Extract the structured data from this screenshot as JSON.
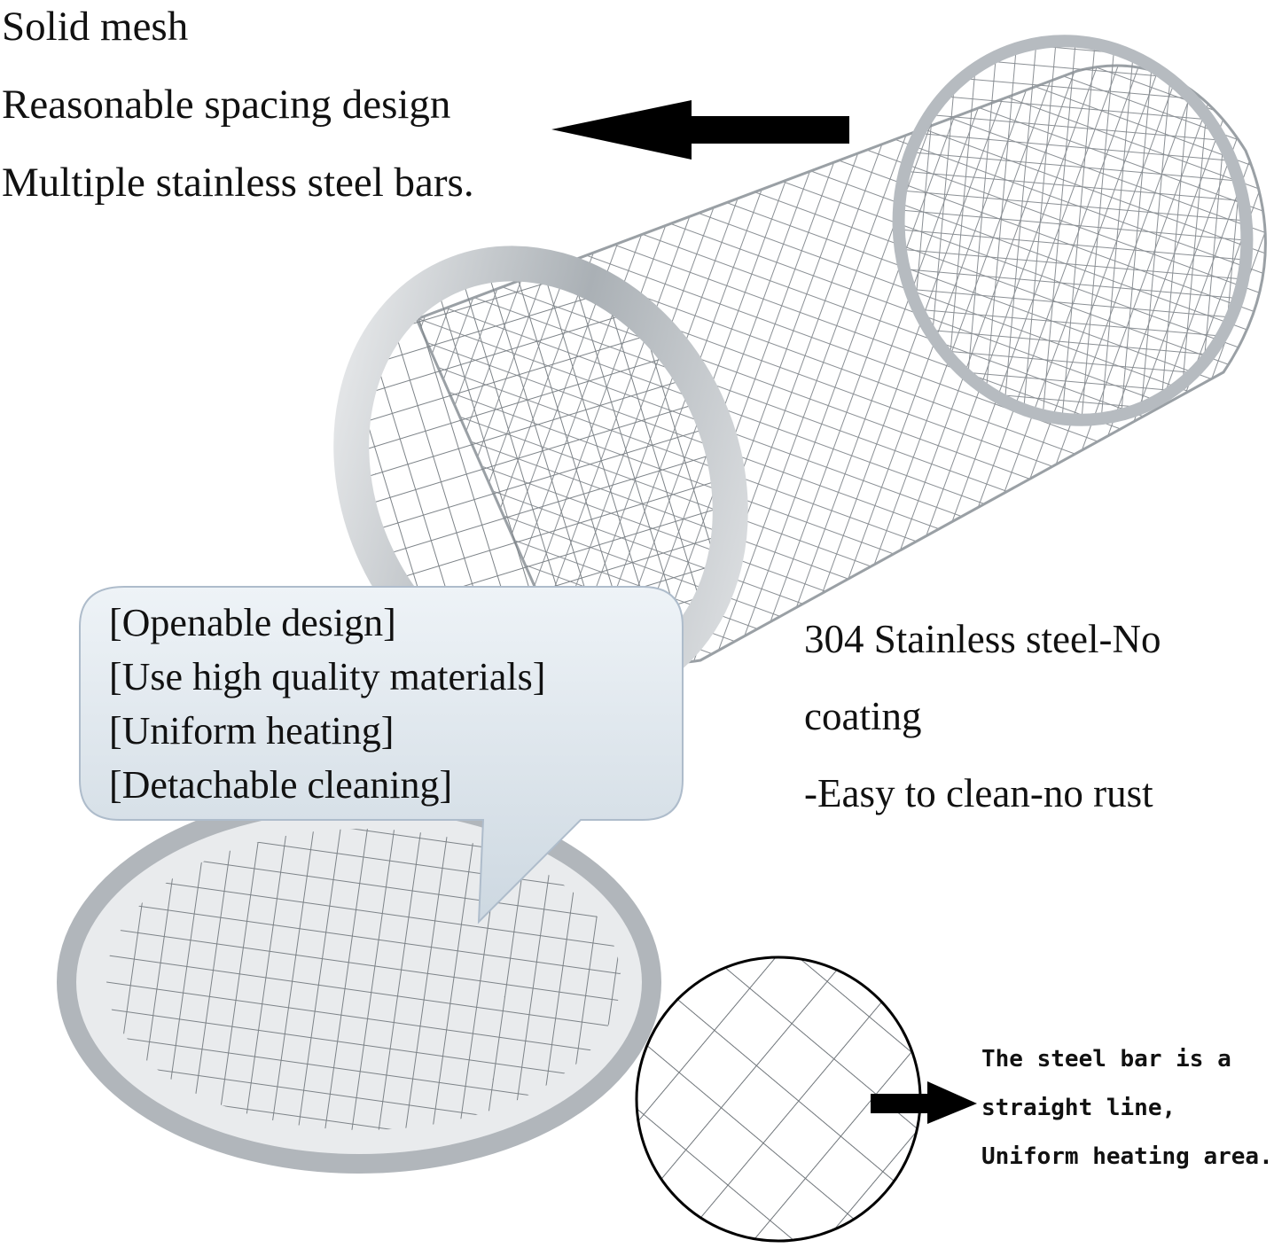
{
  "top_features": {
    "lines": [
      "Solid mesh",
      "Reasonable spacing design",
      "Multiple stainless steel bars."
    ]
  },
  "bubble": {
    "lines": [
      "[Openable design]",
      "[Use high quality materials]",
      "[Uniform heating]",
      "[Detachable cleaning]"
    ],
    "fill": "#dfe7ee"
  },
  "material_features": {
    "lines": [
      "304 Stainless steel-No",
      "coating",
      "-Easy to clean-no rust"
    ]
  },
  "steel_note": {
    "lines": [
      "The steel bar is a",
      "straight line,",
      "Uniform heating area."
    ]
  },
  "colors": {
    "steel": "#c9ccd0",
    "mesh": "#8a8f94",
    "arrow": "#000000"
  }
}
